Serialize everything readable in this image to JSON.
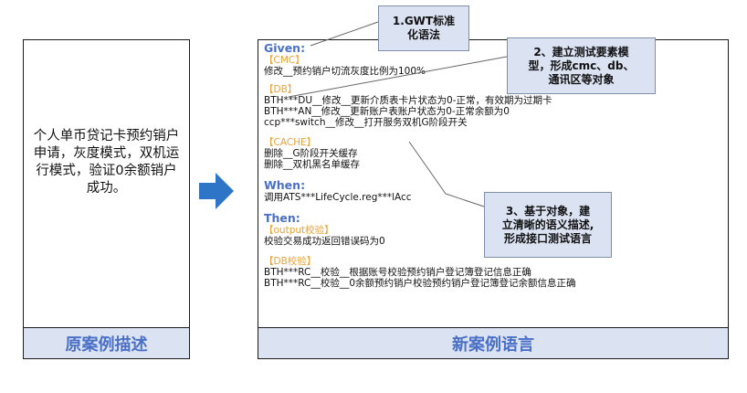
{
  "left_box": {
    "description": "个人单币贷记卡预约销户申请，灰度模式，双机运行模式，验证0余额销户成功。",
    "footer_label": "原案例描述"
  },
  "right_box": {
    "footer_label": "新案例语言",
    "given_label": "Given:",
    "cmc_section": "【CMC】",
    "cmc_line": "修改__预约销户切流灰度比例为100%",
    "db_section": "【DB】",
    "db_lines": [
      "BTH***DU__修改__更新介质表卡片状态为0-正常，有效期为过期卡",
      "BTH***AN__修改__更新账户表账户状态为0-正常余额为0",
      "ccp***switch__修改__打开服务双机G阶段开关"
    ],
    "cache_section": "【CACHE】",
    "cache_lines": [
      "删除__G阶段开关缓存",
      "删除__双机黑名单缓存"
    ],
    "when_label": "When:",
    "when_line": "调用ATS***LifeCycle.reg***lAcc",
    "then_label": "Then:",
    "output_section": "【output校验】",
    "output_line": "校验交易成功返回错误码为0",
    "db_check_section": "【DB校验】",
    "db_check_lines": [
      "BTH***RC__校验__根据账号校验预约销户登记簿登记信息正确",
      "BTH***RC__校验__0余额预约销户校验预约销户登记簿登记余额信息正确"
    ]
  },
  "callouts": {
    "c1": {
      "line1": "1.GWT标准",
      "line2": "化语法"
    },
    "c2": {
      "line1": "2、建立测试要素模",
      "line2": "型，形成cmc、db、",
      "line3": "通讯区等对象"
    },
    "c3": {
      "line1": "3、基于对象，建",
      "line2": "立清晰的语义描述,",
      "line3": "形成接口测试语言"
    }
  },
  "colors": {
    "accent_blue": "#4a6fc6",
    "section_orange": "#e8a33c",
    "callout_fill": "#dbe3f3",
    "arrow_blue": "#2e75c8"
  },
  "icons": {
    "arrow": "right-arrow-icon"
  }
}
